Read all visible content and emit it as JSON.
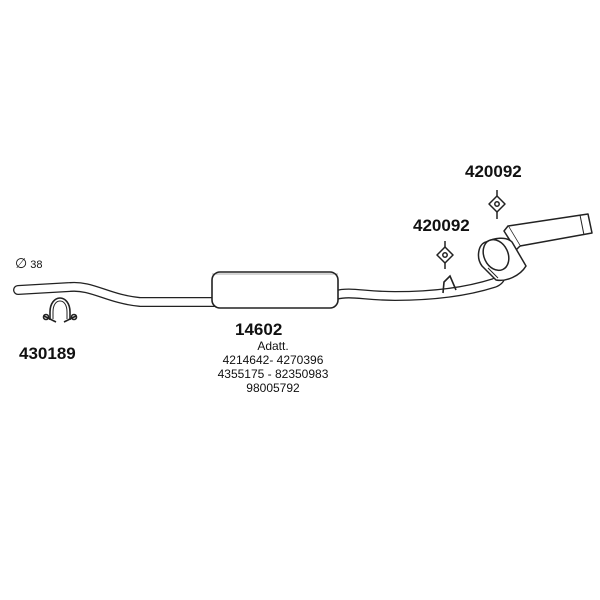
{
  "diameter": {
    "symbol": "∅",
    "value": "38"
  },
  "parts": {
    "clamp": {
      "number": "430189"
    },
    "hanger_top": {
      "number": "420092"
    },
    "hanger_mid": {
      "number": "420092"
    },
    "main": {
      "number": "14602",
      "note": "Adatt.",
      "refs": [
        "4214642- 4270396",
        "4355175 - 82350983",
        "98005792"
      ]
    }
  },
  "colors": {
    "line": "#222222",
    "fill": "#ffffff"
  }
}
